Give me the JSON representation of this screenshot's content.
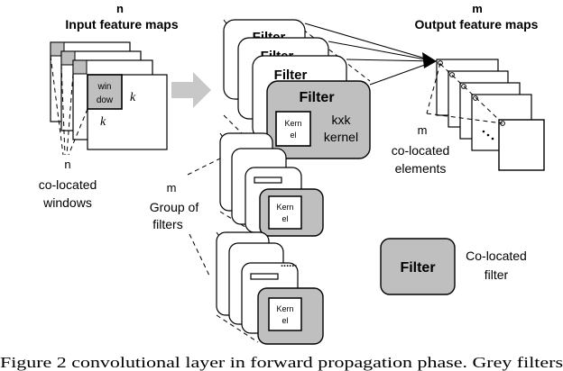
{
  "input": {
    "count": "n",
    "title": "Input feature maps",
    "window_line1": "win",
    "window_line2": "dow",
    "k_right": "k",
    "k_bottom": "k",
    "bottom_count": "n",
    "caption_line1": "co-located",
    "caption_line2": "windows"
  },
  "filters": {
    "stack_label": "Filter",
    "front_label": "Filter",
    "kernel_line1": "Kern",
    "kernel_line2": "el",
    "kxk_line1": "kxk",
    "kxk_line2": "kernel",
    "group_count": "m",
    "group_line1": "Group of",
    "group_line2": "filters",
    "ellipsis": "......"
  },
  "output": {
    "count": "m",
    "title": "Output feature maps",
    "bottom_count": "m",
    "caption_line1": "co-located",
    "caption_line2": "elements"
  },
  "legend": {
    "box_label": "Filter",
    "text_line1": "Co-located",
    "text_line2": "filter"
  },
  "caption": "Figure 2 convolutional layer in forward propagation phase. Grey filters",
  "colors": {
    "grey_fill": "#bfbfbf",
    "arrow_fill": "#c8c8c8",
    "window_fill": "#bfbfbf"
  }
}
